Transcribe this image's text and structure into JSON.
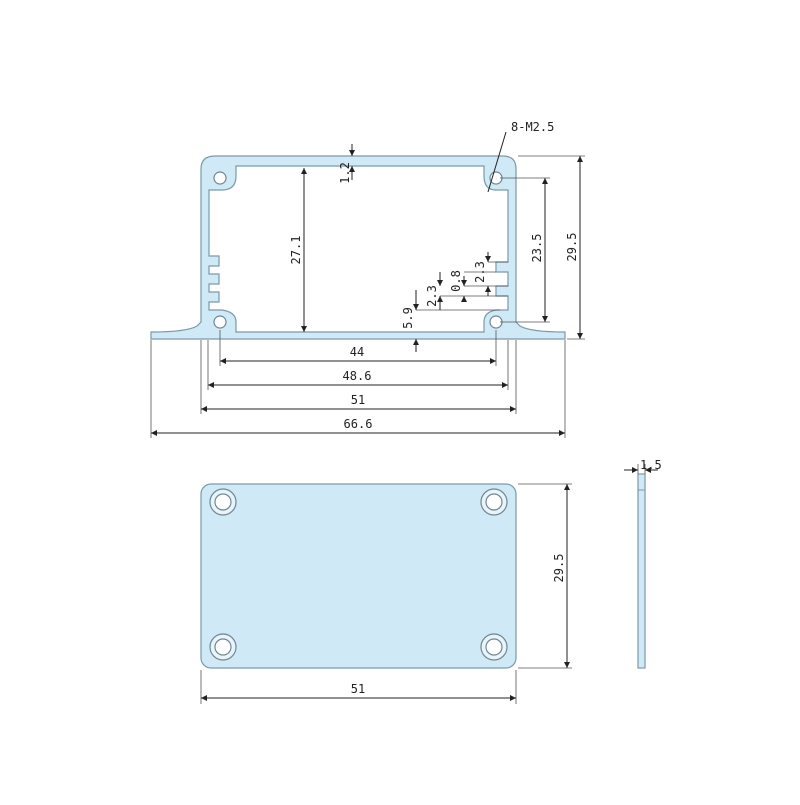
{
  "drawing": {
    "callout": "8-M2.5",
    "profile_dims": {
      "wall_top": "1.2",
      "inner_height": "27.1",
      "hole_pitch_v": "23.5",
      "total_height": "29.5",
      "slot_a": "2.3",
      "slot_b": "0.8",
      "slot_c": "2.3",
      "slot_d": "5.9",
      "hole_pitch_h": "44",
      "outer_body": "48.6",
      "body_width": "51",
      "flange_width": "66.6"
    },
    "plate_dims": {
      "height": "29.5",
      "width": "51",
      "thickness": "1.5"
    }
  },
  "colors": {
    "part_fill": "#cfe9f6",
    "outline": "#7a9aa8"
  }
}
